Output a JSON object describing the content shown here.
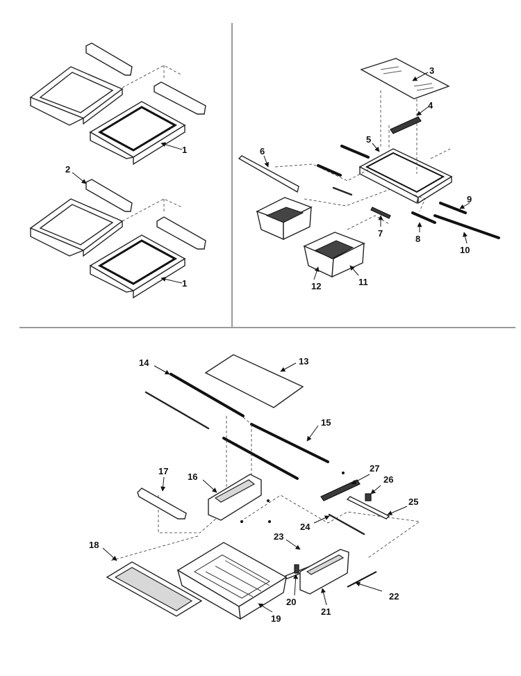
{
  "callouts": {
    "c1a": "1",
    "c1b": "1",
    "c2": "2",
    "c3": "3",
    "c4": "4",
    "c5": "5",
    "c6": "6",
    "c7": "7",
    "c8": "8",
    "c9": "9",
    "c10": "10",
    "c11": "11",
    "c12": "12",
    "c13": "13",
    "c14": "14",
    "c15": "15",
    "c16": "16",
    "c17": "17",
    "c18": "18",
    "c19": "19",
    "c20": "20",
    "c21": "21",
    "c22": "22",
    "c23": "23",
    "c24": "24",
    "c25": "25",
    "c26": "26",
    "c27": "27"
  }
}
